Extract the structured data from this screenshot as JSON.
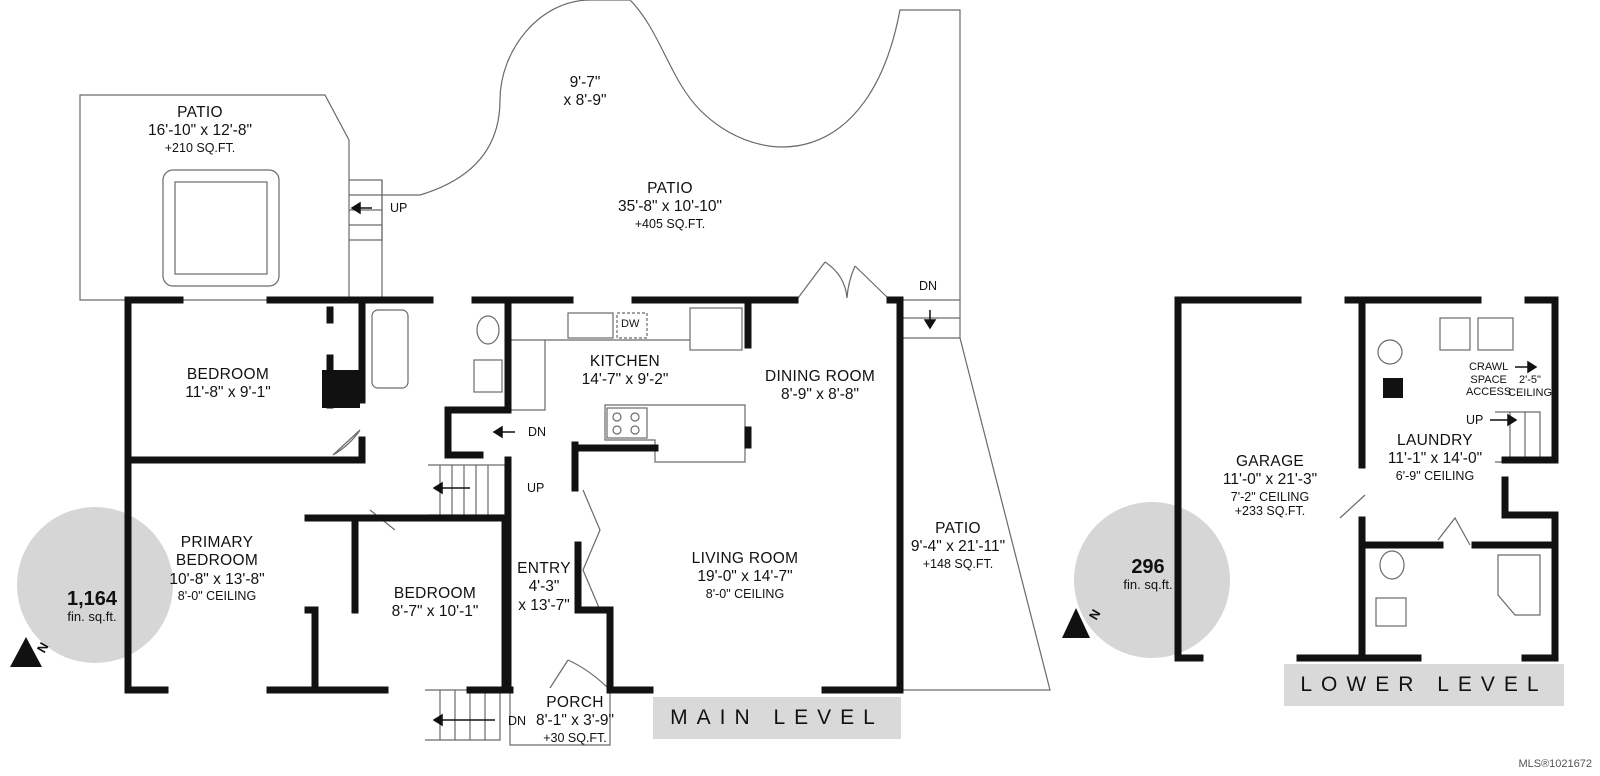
{
  "main_level": {
    "banner": "MAIN LEVEL",
    "fin_sqft_value": "1,164",
    "fin_sqft_unit": "fin. sq.ft.",
    "rooms": {
      "patio_nw": {
        "name": "PATIO",
        "dims": "16'-10\" x 12'-8\"",
        "extra": "+210 SQ.FT."
      },
      "patio_curve": {
        "line1": "9'-7\"",
        "line2": "x 8'-9\""
      },
      "patio_main": {
        "name": "PATIO",
        "dims": "35'-8\" x 10'-10\"",
        "extra": "+405 SQ.FT."
      },
      "bedroom_nw": {
        "name": "BEDROOM",
        "dims": "11'-8\" x 9'-1\""
      },
      "kitchen": {
        "name": "KITCHEN",
        "dims": "14'-7\" x 9'-2\""
      },
      "dining": {
        "name": "DINING ROOM",
        "dims": "8'-9\" x 8'-8\""
      },
      "primary": {
        "name1": "PRIMARY",
        "name2": "BEDROOM",
        "dims": "10'-8\" x 13'-8\"",
        "extra": "8'-0\" CEILING"
      },
      "bedroom_s": {
        "name": "BEDROOM",
        "dims": "8'-7\" x 10'-1\""
      },
      "entry": {
        "name": "ENTRY",
        "dims1": "4'-3\"",
        "dims2": "x 13'-7\""
      },
      "living": {
        "name": "LIVING ROOM",
        "dims": "19'-0\" x 14'-7\"",
        "extra": "8'-0\" CEILING"
      },
      "patio_east": {
        "name": "PATIO",
        "dims": "9'-4\" x 21'-11\"",
        "extra": "+148 SQ.FT."
      },
      "porch": {
        "name": "PORCH",
        "dims": "8'-1\" x 3'-9\"",
        "extra": "+30 SQ.FT."
      }
    },
    "stairs": {
      "up_patio": "UP",
      "dn_patio": "DN",
      "dn_hall": "DN",
      "up_hall": "UP",
      "dn_porch": "DN"
    },
    "appliance": {
      "dw": "DW"
    }
  },
  "lower_level": {
    "banner": "LOWER LEVEL",
    "fin_sqft_value": "296",
    "fin_sqft_unit": "fin. sq.ft.",
    "rooms": {
      "garage": {
        "name": "GARAGE",
        "dims": "11'-0\" x 21'-3\"",
        "extra1": "7'-2\" CEILING",
        "extra2": "+233 SQ.FT."
      },
      "laundry": {
        "name": "LAUNDRY",
        "dims": "11'-1\" x 14'-0\"",
        "extra": "6'-9\" CEILING"
      },
      "crawl": {
        "line1": "CRAWL",
        "line2": "SPACE",
        "line3": "ACCESS"
      },
      "crawl_ceiling": {
        "line1": "2'-5\"",
        "line2": "CEILING"
      }
    },
    "stairs": {
      "up": "UP"
    }
  },
  "compass": {
    "north": "N"
  },
  "watermark": "MLS®1021672",
  "colors": {
    "wall": "#111111",
    "thin": "#6a6a6a",
    "banner_bg": "#d9d9d9",
    "sqft_circle": "#d6d6d6"
  }
}
